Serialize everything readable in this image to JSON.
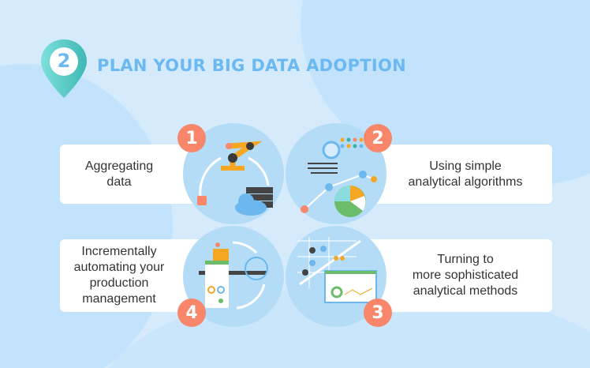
{
  "header": {
    "step_number": "2",
    "title": "PLAN YOUR BIG DATA ADOPTION"
  },
  "steps": [
    {
      "number": "1",
      "lines": [
        "Aggregating",
        "data"
      ]
    },
    {
      "number": "2",
      "lines": [
        "Using simple",
        "analytical algorithms"
      ]
    },
    {
      "number": "3",
      "lines": [
        "Turning to",
        "more sophisticated",
        "analytical methods"
      ]
    },
    {
      "number": "4",
      "lines": [
        "Incrementally",
        "automating your",
        "production",
        "management"
      ]
    }
  ],
  "colors": {
    "accent": "#f8866b",
    "title": "#6cb9f2",
    "pin": "#5cd0cb"
  }
}
